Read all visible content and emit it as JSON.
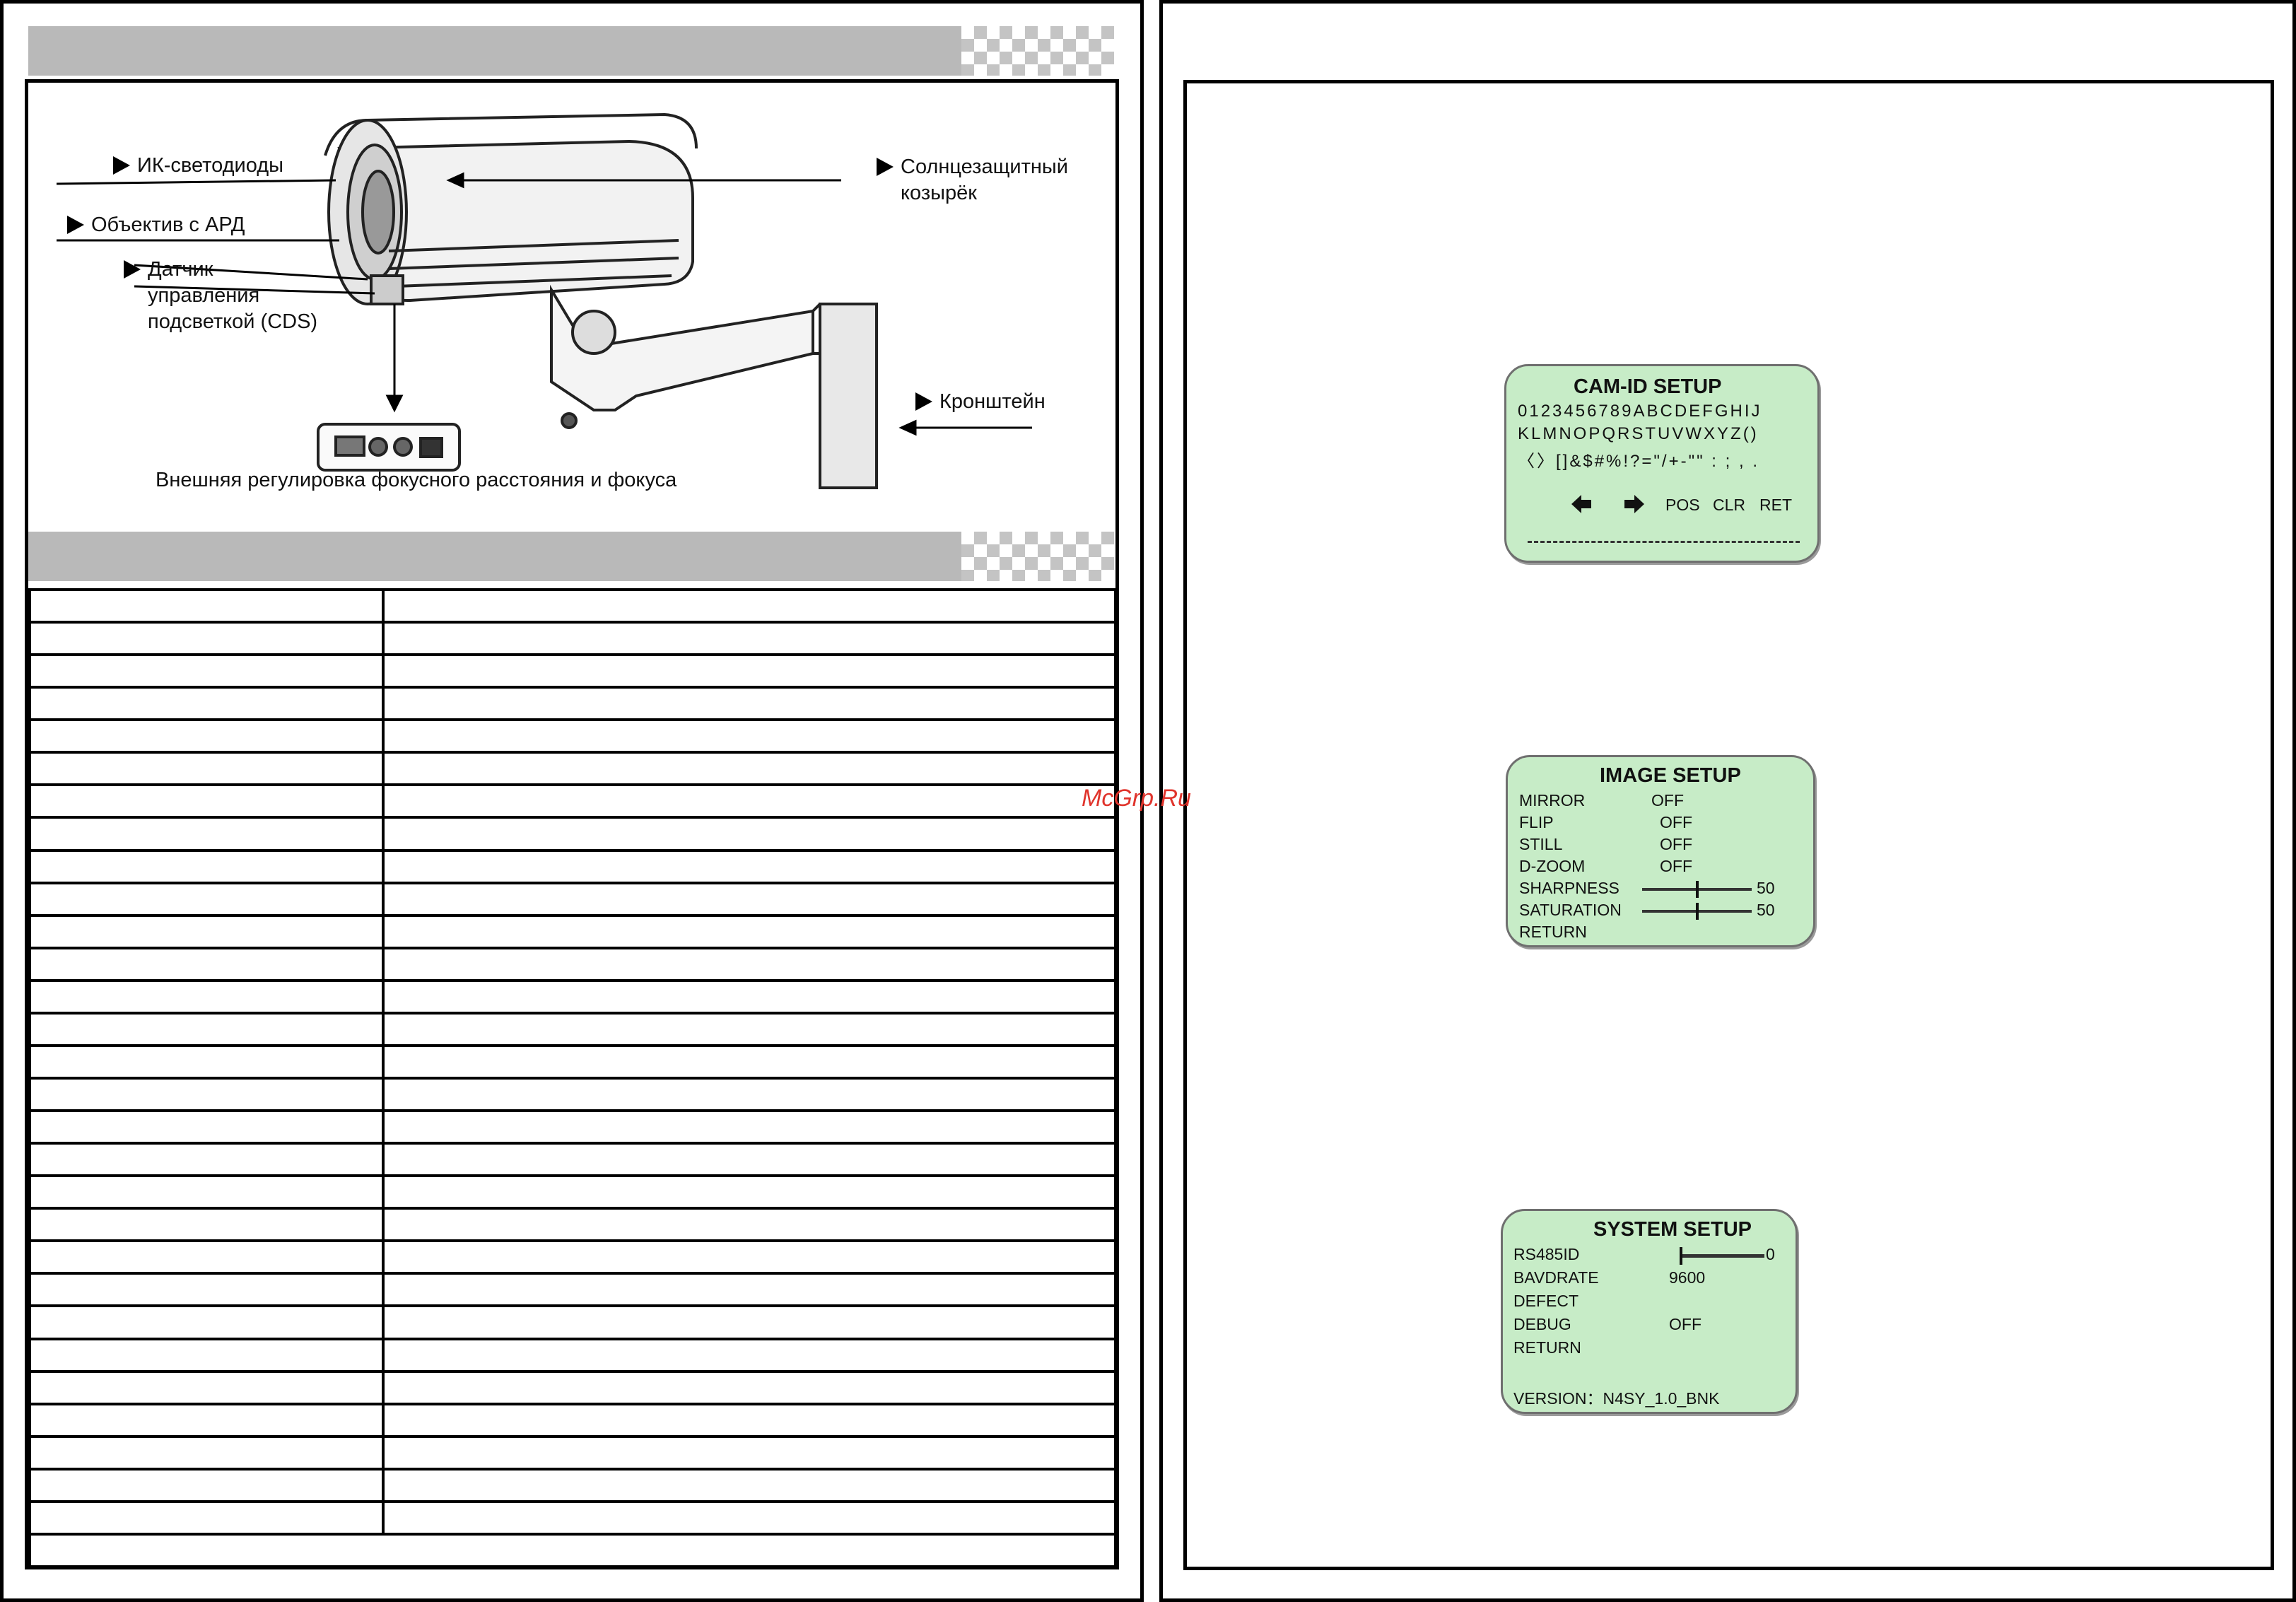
{
  "left_page": {
    "diagram": {
      "labels": {
        "ir_leds": "ИК-светодиоды",
        "lens": "Объектив с АРД",
        "sensor_line1": "Датчик",
        "sensor_line2": "управления",
        "sensor_line3": "подсветкой (CDS)",
        "sunshield_line1": "Солнцезащитный",
        "sunshield_line2": "козырёк",
        "bracket": "Кронштейн",
        "caption": "Внешняя регулировка фокусного расстояния и фокуса"
      }
    },
    "table": {
      "rows": 30,
      "colors": {
        "line": "#000000",
        "header_bar": "#b9b9b9"
      }
    }
  },
  "right_page": {
    "cam_id_setup": {
      "title": "CAM-ID SETUP",
      "rows": [
        "0123456789ABCDEFGHIJ",
        "KLMNOPQRSTUVWXYZ()",
        "〈〉[]&$#%!?=\"/+-\"\" : ; , ."
      ],
      "buttons": [
        "POS",
        "CLR",
        "RET"
      ]
    },
    "image_setup": {
      "title": "IMAGE SETUP",
      "items": [
        {
          "label": "MIRROR",
          "value": "OFF"
        },
        {
          "label": "FLIP",
          "value": "OFF"
        },
        {
          "label": "STILL",
          "value": "OFF"
        },
        {
          "label": "D-ZOOM",
          "value": "OFF"
        },
        {
          "label": "SHARPNESS",
          "value": "50",
          "level": 0.5
        },
        {
          "label": "SATURATION",
          "value": "50",
          "level": 0.5
        },
        {
          "label": "RETURN",
          "value": ""
        }
      ]
    },
    "system_setup": {
      "title": "SYSTEM SETUP",
      "items": [
        {
          "label": "RS485ID",
          "value": "0",
          "level": 0
        },
        {
          "label": "BAVDRATE",
          "value": "9600"
        },
        {
          "label": "DEFECT",
          "value": ""
        },
        {
          "label": "DEBUG",
          "value": "OFF"
        },
        {
          "label": "RETURN",
          "value": ""
        }
      ],
      "version": "VERSION：N4SY_1.0_BNK"
    },
    "colors": {
      "osd_bg": "#c7ecc7",
      "osd_border": "#6f6f6f"
    }
  },
  "watermark": "McGrp.Ru"
}
